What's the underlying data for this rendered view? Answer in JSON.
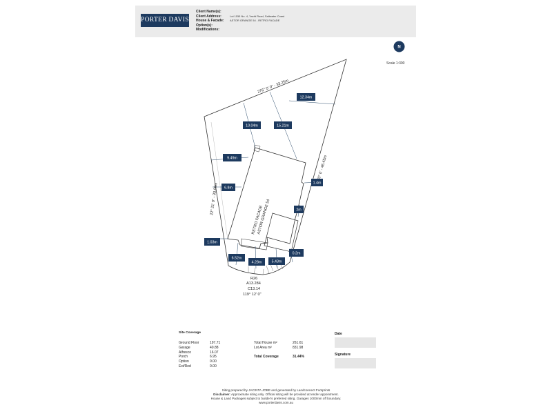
{
  "header": {
    "logo_text": "PORTER DAVIS",
    "labels": [
      "Client Name(s):",
      "Client Address:",
      "House & Facade:",
      "Option(s):",
      "Modifications:"
    ],
    "client_address": "Lot 1150 No. 4, Yacht Road, Saltwater Coast",
    "house_facade": "ASTOR GRANGE 54 - RETRO FACADE"
  },
  "compass": {
    "label": "N"
  },
  "scale": "Scale 1:300",
  "plan": {
    "boundary_labels": {
      "top": "276° 0' 0\" - 33.25m",
      "left": "22° 21' 0\" - 33.66m",
      "right": "20° 0' - 46.45m",
      "curve": [
        "R26",
        "A13.284",
        "C13.14",
        "119° 12' 0\""
      ]
    },
    "house_text": [
      "RETRO FACADE",
      "ASTOR GRANGE 54"
    ],
    "dimension_tags": [
      "12.34m",
      "10.04m",
      "15.21m",
      "9.49m",
      "1.4m",
      "6.8m",
      "2m",
      "1.03m",
      "0.2m",
      "6.52m",
      "4.28m",
      "5.43m"
    ]
  },
  "site_coverage": {
    "title": "Site Coverage",
    "rows": [
      {
        "label": "Ground Floor",
        "value": "197.71"
      },
      {
        "label": "Garage",
        "value": "40.88"
      },
      {
        "label": "Alfresco",
        "value": "16.07"
      },
      {
        "label": "Porch",
        "value": "6.95"
      },
      {
        "label": "Option",
        "value": "0.00"
      },
      {
        "label": "Ext/Red",
        "value": "0.00"
      }
    ],
    "totals": [
      {
        "label": "Total House m²",
        "value": "261.61"
      },
      {
        "label": "Lot Area m²",
        "value": "831.98"
      }
    ],
    "total_coverage": {
      "label": "Total Coverage",
      "value": "31.44%"
    }
  },
  "date_label": "Date",
  "signature_label": "Signature",
  "footer": {
    "line1": "Siting prepared by JACINTA JOBE and generated by Landconnect Footprints",
    "disclaimer_label": "Disclaimer:",
    "disclaimer_text": " Approximate siting only. Official siting will be provided at tender appointment.",
    "line3": "House & Land Packages subject to builder's preferred siting. Garages 1000mm off boundary.",
    "website": "www.porterdavis.com.au"
  }
}
